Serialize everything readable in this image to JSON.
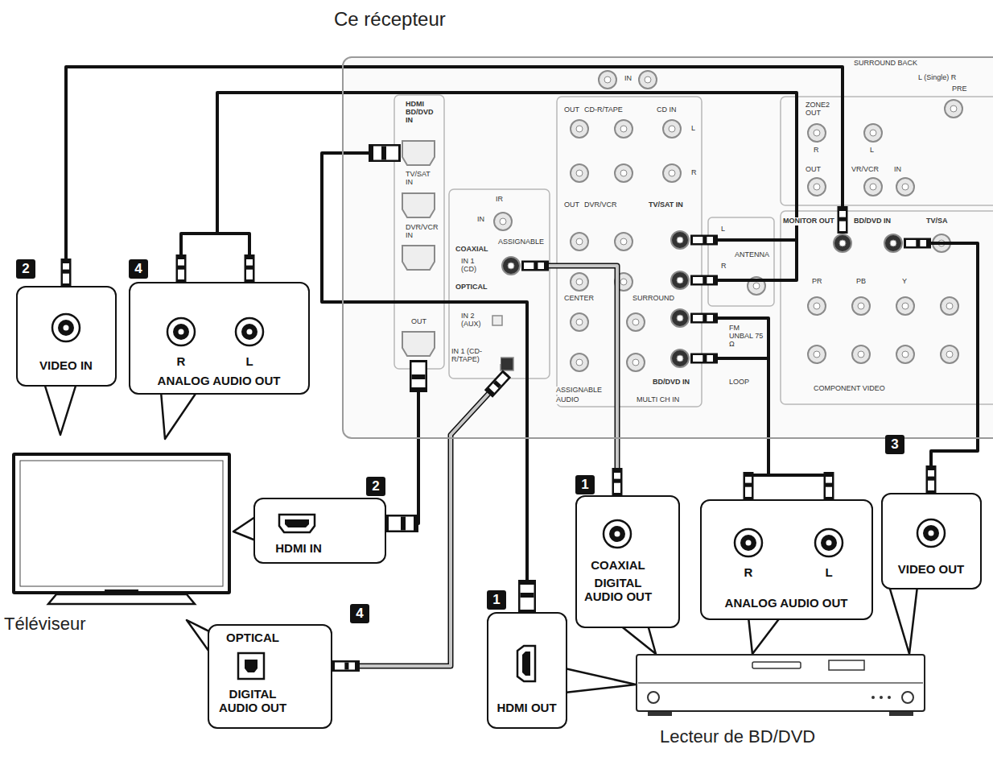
{
  "diagram": {
    "nodes": [
      {
        "text": [
          "Ce récepteur"
        ]
      },
      {
        "text": [
          "VIDEO IN"
        ]
      },
      {
        "text": [
          "R",
          "L",
          "ANALOG AUDIO OUT"
        ]
      },
      {
        "text": [
          "Téléviseur"
        ]
      },
      {
        "text": [
          "HDMI IN"
        ]
      },
      {
        "text": [
          "OPTICAL",
          "DIGITAL AUDIO OUT"
        ]
      },
      {
        "text": [
          "HDMI OUT"
        ]
      },
      {
        "text": [
          "COAXIAL",
          "DIGITAL AUDIO OUT"
        ]
      },
      {
        "text": [
          "R",
          "L",
          "ANALOG AUDIO OUT"
        ]
      },
      {
        "text": [
          "VIDEO OUT"
        ]
      },
      {
        "text": [
          "Lecteur de BD/DVD"
        ]
      }
    ],
    "edges": [
      {
        "from": 0,
        "to": 1,
        "arrow": "none"
      },
      {
        "from": 0,
        "to": 2,
        "arrow": "none"
      },
      {
        "from": 0,
        "to": 4,
        "arrow": "none"
      },
      {
        "from": 0,
        "to": 5,
        "arrow": "none"
      },
      {
        "from": 0,
        "to": 6,
        "arrow": "none"
      },
      {
        "from": 0,
        "to": 7,
        "arrow": "none"
      },
      {
        "from": 0,
        "to": 8,
        "arrow": "none"
      },
      {
        "from": 0,
        "to": 9,
        "arrow": "none"
      }
    ],
    "labels": [
      "IN",
      "OUT",
      "CD-R/TAPE",
      "CD IN",
      "L",
      "R",
      "HDMI BD/DVD IN",
      "TV/SAT IN",
      "IR",
      "IN",
      "DVR/VCR IN",
      "COAXIAL",
      "ASSIGNABLE",
      "IN 1 (CD)",
      "OPTICAL",
      "IN 2 (AUX)",
      "OUT",
      "IN 1 (CD-R/TAPE)",
      "OUT",
      "DVR/VCR",
      "TV/SAT IN",
      "L",
      "R",
      "ANTENNA",
      "FM UNBAL 75 Ω",
      "CENTER",
      "SURROUND",
      "BD/DVD IN",
      "LOOP",
      "ASSIGNABLE",
      "AUDIO",
      "MULTI CH IN",
      "SURROUND BACK",
      "L (Single) R",
      "PRE",
      "ZONE2 OUT",
      "R",
      "L",
      "OUT",
      "VR/VCR",
      "IN",
      "MONITOR OUT",
      "BD/DVD IN",
      "TV/SA",
      "PR",
      "PB",
      "Y",
      "COMPONENT VIDEO",
      "2",
      "4",
      "2",
      "4",
      "1",
      "1",
      "3"
    ]
  }
}
